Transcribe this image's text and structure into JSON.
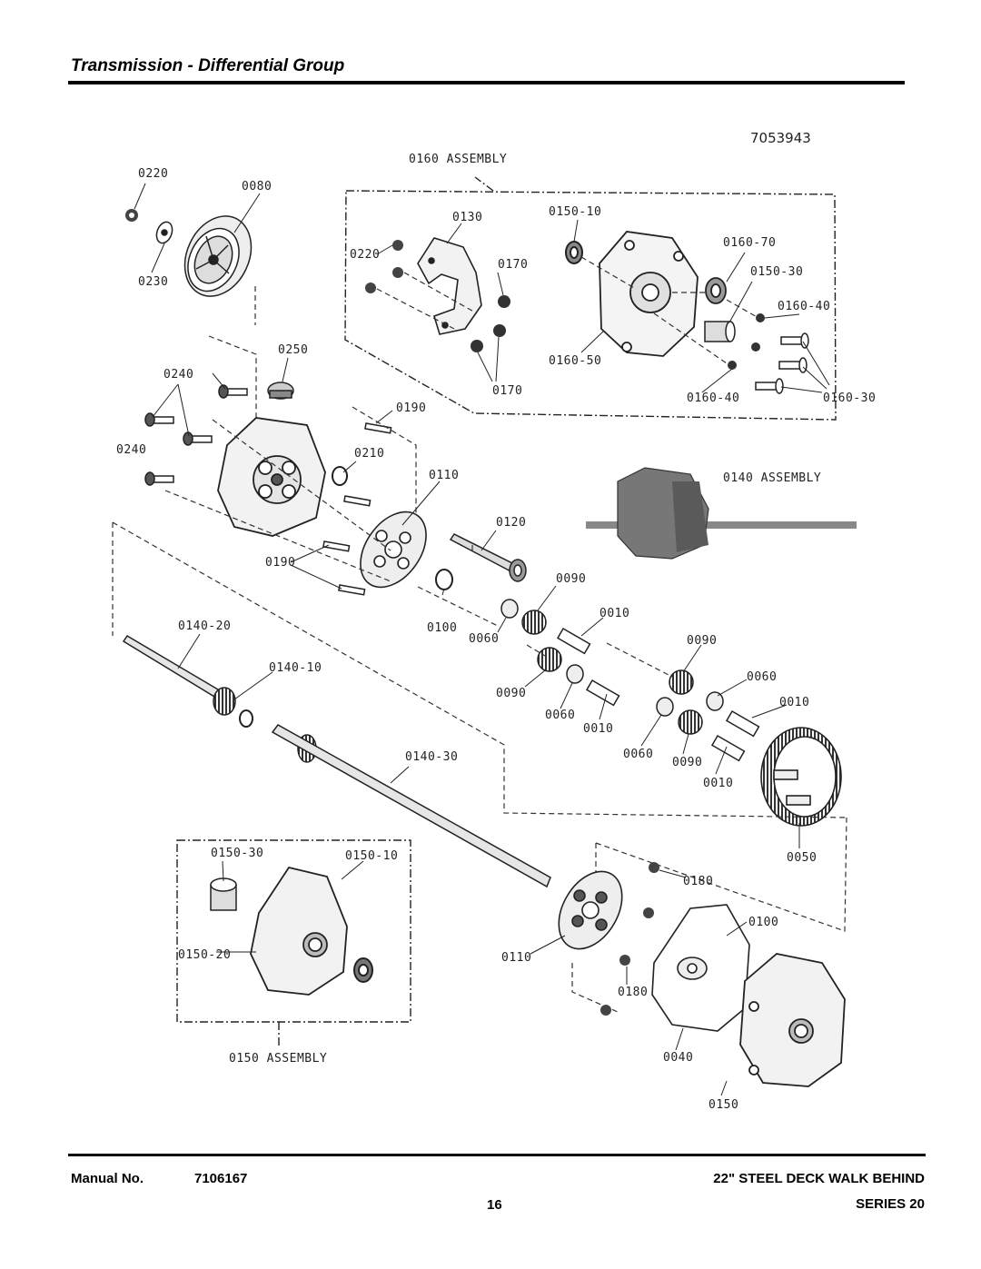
{
  "header": {
    "title": "Transmission - Differential Group"
  },
  "figure_id": "7053943",
  "part_labels": {
    "l0160asm": "0160 ASSEMBLY",
    "l0220a": "0220",
    "l0080": "0080",
    "l0230": "0230",
    "l0130": "0130",
    "l0150_10a": "0150-10",
    "l0160_70": "0160-70",
    "l0220b": "0220",
    "l0170a": "0170",
    "l0150_30a": "0150-30",
    "l0160_40a": "0160-40",
    "l0250": "0250",
    "l0240a": "0240",
    "l0190a": "0190",
    "l0160_50": "0160-50",
    "l0170b": "0170",
    "l0160_40b": "0160-40",
    "l0160_30": "0160-30",
    "l0240b": "0240",
    "l0210": "0210",
    "l0110a": "0110",
    "l0140asm": "0140 ASSEMBLY",
    "l0120": "0120",
    "l0190b": "0190",
    "l0090a": "0090",
    "l0140_20": "0140-20",
    "l0100a": "0100",
    "l0060a": "0060",
    "l0010a": "0010",
    "l0090b": "0090",
    "l0140_10": "0140-10",
    "l0060b": "0060",
    "l0090c": "0090",
    "l0060c": "0060",
    "l0010b": "0010",
    "l0010c": "0010",
    "l0060d": "0060",
    "l0090d": "0090",
    "l0140_30": "0140-30",
    "l0010d": "0010",
    "l0150_30b": "0150-30",
    "l0150_10b": "0150-10",
    "l0050": "0050",
    "l0180a": "0180",
    "l0100b": "0100",
    "l0150_20": "0150-20",
    "l0110b": "0110",
    "l0180b": "0180",
    "l0040": "0040",
    "l0150asm": "0150 ASSEMBLY",
    "l0150": "0150"
  },
  "footer": {
    "manual_label": "Manual No.",
    "manual_number": "7106167",
    "product": "22\" STEEL DECK WALK BEHIND",
    "page_number": "16",
    "series": "SERIES 20"
  }
}
